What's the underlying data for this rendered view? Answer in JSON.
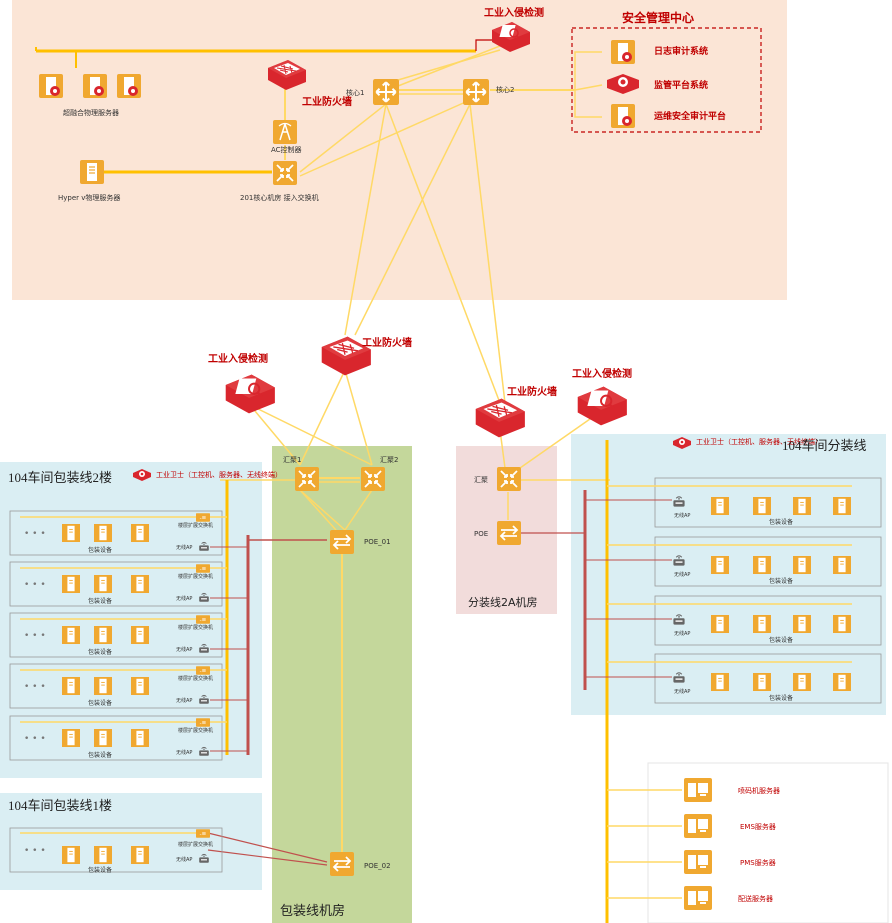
{
  "colors": {
    "top_zone": "#fbe5d6",
    "blue_zone": "#daeef3",
    "green_zone": "#c4d79b",
    "pink_zone": "#f2dcdb",
    "device_orange": "#f0a830",
    "device_red": "#d9262d",
    "link_yellow": "#ffd966",
    "trunk_yellow": "#ffc000",
    "bus_red": "#c0504d"
  },
  "security_center": {
    "title": "安全管理中心",
    "items": [
      "日志审计系统",
      "监管平台系统",
      "运维安全审计平台"
    ]
  },
  "top": {
    "ids_label": "工业入侵检测",
    "firewall_label": "工业防火墙",
    "core1_label": "核心1",
    "core2_label": "核心2",
    "server_group_label": "超融合物理服务器",
    "ac_label": "AC控制器",
    "hyperv_label": "Hyper  v物理服务器",
    "access_switch_label": "201核心机房  接入交换机"
  },
  "mid": {
    "ids_left_label": "工业入侵检测",
    "firewall_left_label": "工业防火墙",
    "firewall_right_label": "工业防火墙",
    "ids_right_label": "工业入侵检测"
  },
  "packaging_room": {
    "title": "包装线机房",
    "agg1": "汇聚1",
    "agg2": "汇聚2",
    "poe1": "POE_01",
    "poe2": "POE_02"
  },
  "pkg2": {
    "title": "104车间包装线2楼",
    "guard": "工业卫士（工控机、服务器、无线终端）",
    "dots": "• • •",
    "rows": [
      {
        "device": "包装设备",
        "switch": "楼层扩展交换机",
        "ap": "无线AP"
      },
      {
        "device": "包装设备",
        "switch": "楼层扩展交换机",
        "ap": "无线AP"
      },
      {
        "device": "包装设备",
        "switch": "楼层扩展交换机",
        "ap": "无线AP"
      },
      {
        "device": "包装设备",
        "switch": "楼层扩展交换机",
        "ap": "无线AP"
      },
      {
        "device": "包装设备",
        "switch": "楼层扩展交换机",
        "ap": "无线AP"
      }
    ]
  },
  "pkg1": {
    "title": "104车间包装线1楼",
    "dots": "• • •",
    "device": "包装设备",
    "switch": "楼层扩展交换机",
    "ap": "无线AP"
  },
  "split_room": {
    "title": "分装线2A机房",
    "agg": "汇聚",
    "poe": "POE"
  },
  "split": {
    "title": "104车间分装线",
    "guard": "工业卫士（工控机、服务器、无线终端）",
    "rows": [
      {
        "ap": "无线AP",
        "device": "包装设备"
      },
      {
        "ap": "无线AP",
        "device": "包装设备"
      },
      {
        "ap": "无线AP",
        "device": "包装设备"
      },
      {
        "ap": "无线AP",
        "device": "包装设备"
      }
    ]
  },
  "servers": [
    "喷码机服务器",
    "EMS服务器",
    "PMS服务器",
    "配送服务器"
  ]
}
